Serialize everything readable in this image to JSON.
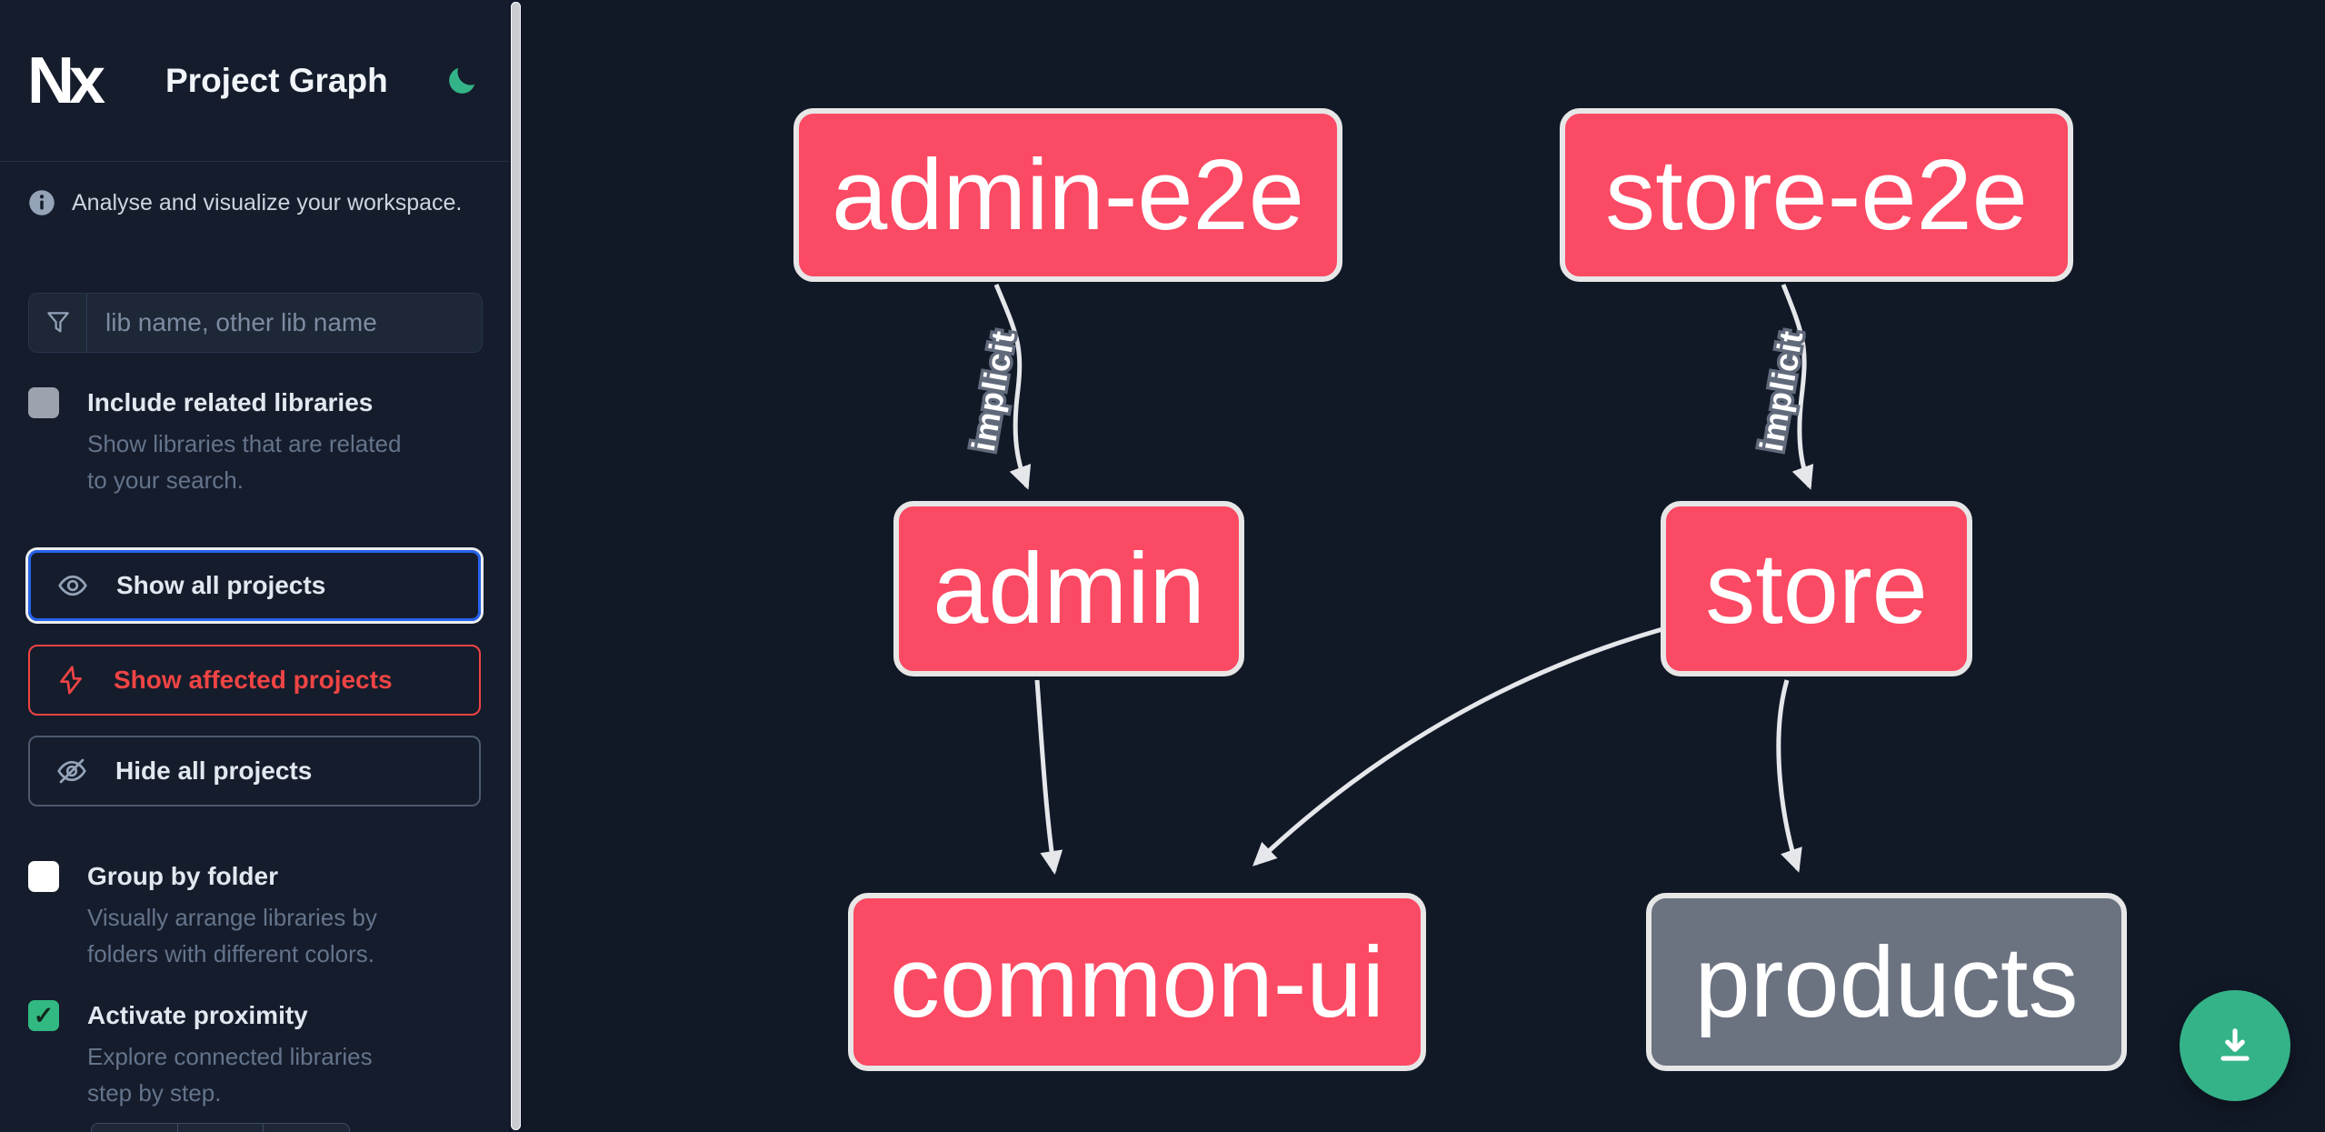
{
  "app": {
    "title": "Project Graph"
  },
  "colors": {
    "sidebar_bg": "#151c2c",
    "canvas_bg": "#111927",
    "node_pink": "#fb4a64",
    "node_gray": "#6b7280",
    "edge_gray": "#e5e7eb",
    "focus_blue": "#2563eb",
    "affected_red": "#ef4444",
    "accent_green": "#34b388"
  },
  "sidebar": {
    "logo_text": "Nx",
    "title": "Project Graph",
    "theme_icon": "moon-icon",
    "tagline": "Analyse and visualize your workspace.",
    "search": {
      "placeholder": "lib name, other lib name",
      "value": "",
      "icon": "filter-funnel-icon"
    },
    "options": [
      {
        "label": "Include related libraries",
        "description": "Show libraries that are related to your search.",
        "checked": false
      },
      {
        "label": "Group by folder",
        "description": "Visually arrange libraries by folders with different colors.",
        "checked": false
      },
      {
        "label": "Activate proximity",
        "description": "Explore connected libraries step by step.",
        "checked": true,
        "check_glyph": "✓"
      }
    ],
    "buttons": [
      {
        "label": "Show all projects",
        "icon": "eye-icon",
        "state": "focused"
      },
      {
        "label": "Show affected projects",
        "icon": "bolt-icon",
        "state": "affected"
      },
      {
        "label": "Hide all projects",
        "icon": "eye-off-icon",
        "state": "default"
      }
    ]
  },
  "graph": {
    "nodes": [
      {
        "id": "admin-e2e",
        "label": "admin-e2e",
        "type": "app-e2e",
        "color": "pink"
      },
      {
        "id": "store-e2e",
        "label": "store-e2e",
        "type": "app-e2e",
        "color": "pink"
      },
      {
        "id": "admin",
        "label": "admin",
        "type": "app",
        "color": "pink"
      },
      {
        "id": "store",
        "label": "store",
        "type": "app",
        "color": "pink"
      },
      {
        "id": "common-ui",
        "label": "common-ui",
        "type": "lib",
        "color": "pink"
      },
      {
        "id": "products",
        "label": "products",
        "type": "lib",
        "color": "gray"
      }
    ],
    "edges": [
      {
        "from": "admin-e2e",
        "to": "admin",
        "label": "implicit"
      },
      {
        "from": "store-e2e",
        "to": "store",
        "label": "implicit"
      },
      {
        "from": "admin",
        "to": "common-ui",
        "label": ""
      },
      {
        "from": "store",
        "to": "common-ui",
        "label": ""
      },
      {
        "from": "store",
        "to": "products",
        "label": ""
      }
    ]
  },
  "fab": {
    "icon": "download-icon"
  }
}
